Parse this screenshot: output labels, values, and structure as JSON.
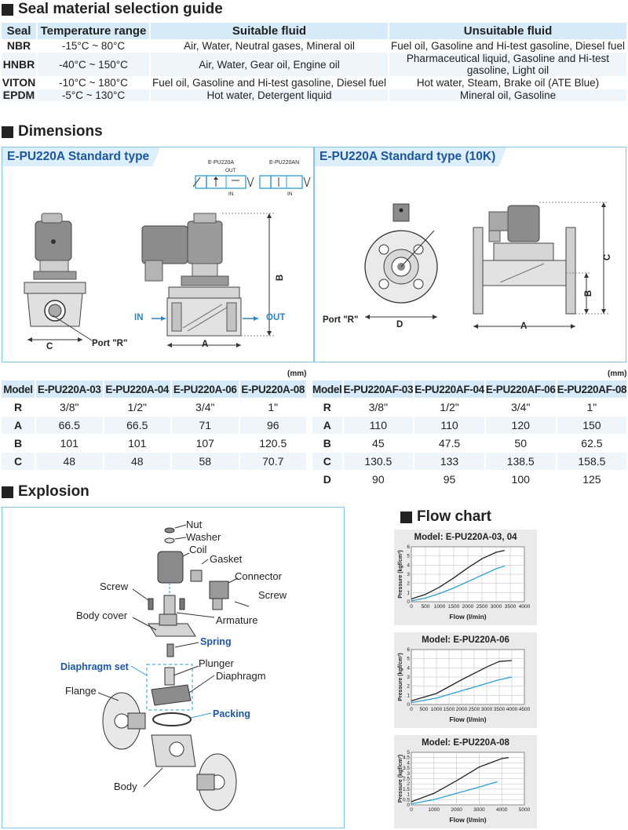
{
  "sections": {
    "seal": "Seal material selection guide",
    "dimensions": "Dimensions",
    "explosion": "Explosion",
    "flow": "Flow chart"
  },
  "seal_table": {
    "headers": [
      "Seal",
      "Temperature range",
      "Suitable fluid",
      "Unsuitable fluid"
    ],
    "rows": [
      {
        "seal": "NBR",
        "temp": "-15°C ~ 80°C",
        "suitable": "Air, Water, Neutral gases, Mineral oil",
        "unsuitable": "Fuel oil, Gasoline and Hi-test gasoline, Diesel fuel"
      },
      {
        "seal": "HNBR",
        "temp": "-40°C ~ 150°C",
        "suitable": "Air, Water, Gear oil, Engine oil",
        "unsuitable": "Pharmaceutical liquid, Gasoline and Hi-test gasoline, Light oil"
      },
      {
        "seal": "VITON",
        "temp": "-10°C ~ 180°C",
        "suitable": "Fuel oil, Gasoline and Hi-test gasoline, Diesel fuel",
        "unsuitable": "Hot water, Steam, Brake oil (ATE Blue)"
      },
      {
        "seal": "EPDM",
        "temp": "-5°C ~ 130°C",
        "suitable": "Hot water, Detergent liquid",
        "unsuitable": "Mineral oil, Gasoline"
      }
    ]
  },
  "panels": {
    "left": {
      "title": "E-PU220A Standard type",
      "sym1": "E-PU220A",
      "sym2": "E-PU220AN",
      "out": "OUT",
      "in": "IN",
      "in_arrow": "IN",
      "out_arrow": "OUT",
      "port": "Port \"R\"",
      "A": "A",
      "B": "B",
      "C": "C"
    },
    "right": {
      "title": "E-PU220A Standard type (10K)",
      "port": "Port \"R\"",
      "A": "A",
      "B": "B",
      "C": "C",
      "D": "D"
    }
  },
  "unit": "(mm)",
  "dim_table_left": {
    "headers": [
      "Model",
      "E-PU220A-03",
      "E-PU220A-04",
      "E-PU220A-06",
      "E-PU220A-08"
    ],
    "rows": [
      [
        "R",
        "3/8\"",
        "1/2\"",
        "3/4\"",
        "1\""
      ],
      [
        "A",
        "66.5",
        "66.5",
        "71",
        "96"
      ],
      [
        "B",
        "101",
        "101",
        "107",
        "120.5"
      ],
      [
        "C",
        "48",
        "48",
        "58",
        "70.7"
      ]
    ]
  },
  "dim_table_right": {
    "headers": [
      "Model",
      "E-PU220AF-03",
      "E-PU220AF-04",
      "E-PU220AF-06",
      "E-PU220AF-08"
    ],
    "rows": [
      [
        "R",
        "3/8\"",
        "1/2\"",
        "3/4\"",
        "1\""
      ],
      [
        "A",
        "110",
        "110",
        "120",
        "150"
      ],
      [
        "B",
        "45",
        "47.5",
        "50",
        "62.5"
      ],
      [
        "C",
        "130.5",
        "133",
        "138.5",
        "158.5"
      ],
      [
        "D",
        "90",
        "95",
        "100",
        "125"
      ]
    ]
  },
  "explosion_parts": {
    "nut": "Nut",
    "washer": "Washer",
    "coil": "Coil",
    "gasket": "Gasket",
    "connector": "Connector",
    "screw_left": "Screw",
    "screw_right": "Screw",
    "body_cover": "Body cover",
    "armature": "Armature",
    "spring": "Spring",
    "diaphragm_set": "Diaphragm set",
    "plunger": "Plunger",
    "diaphragm": "Diaphragm",
    "flange": "Flange",
    "packing": "Packing",
    "body": "Body"
  },
  "chart_data": [
    {
      "type": "line",
      "title": "Model: E-PU220A-03, 04",
      "xlabel": "Flow (l/min)",
      "ylabel": "Pressure (kgf/cm²)",
      "xlim": [
        0,
        4000
      ],
      "ylim": [
        0,
        6
      ],
      "xticks": [
        "0",
        "500",
        "1000",
        "1500",
        "2000",
        "2500",
        "3000",
        "3500",
        "4000"
      ],
      "yticks": [
        "0",
        "1",
        "2",
        "3",
        "4",
        "5",
        "6"
      ],
      "grid": true,
      "series": [
        {
          "color": "#222222",
          "x": [
            0,
            500,
            1000,
            1500,
            2000,
            2500,
            3000,
            3300
          ],
          "y": [
            0.3,
            0.8,
            1.6,
            2.6,
            3.7,
            4.7,
            5.4,
            5.6
          ]
        },
        {
          "color": "#2a9fd6",
          "x": [
            0,
            500,
            1000,
            1500,
            2000,
            2500,
            3000,
            3300
          ],
          "y": [
            0.1,
            0.4,
            0.9,
            1.5,
            2.2,
            2.9,
            3.6,
            3.9
          ]
        }
      ]
    },
    {
      "type": "line",
      "title": "Model: E-PU220A-06",
      "xlabel": "Flow (l/min)",
      "ylabel": "Pressure (kgf/cm²)",
      "xlim": [
        0,
        4500
      ],
      "ylim": [
        0,
        6
      ],
      "xticks": [
        "0",
        "500",
        "1000",
        "1500",
        "2000",
        "2500",
        "3000",
        "3500",
        "4000",
        "4500"
      ],
      "yticks": [
        "0",
        "1",
        "2",
        "3",
        "4",
        "5",
        "6"
      ],
      "grid": true,
      "series": [
        {
          "color": "#222222",
          "x": [
            0,
            1000,
            2000,
            3000,
            3500,
            4000
          ],
          "y": [
            0.4,
            1.2,
            2.7,
            4.1,
            4.7,
            4.8
          ]
        },
        {
          "color": "#2a9fd6",
          "x": [
            0,
            1000,
            2000,
            3000,
            3500,
            4000
          ],
          "y": [
            0.2,
            0.7,
            1.5,
            2.3,
            2.7,
            3.0
          ]
        }
      ]
    },
    {
      "type": "line",
      "title": "Model: E-PU220A-08",
      "xlabel": "Flow (l/min)",
      "ylabel": "Pressure (kgf/cm²)",
      "xlim": [
        0,
        5000
      ],
      "ylim": [
        0,
        5
      ],
      "xticks": [
        "0",
        "1000",
        "2000",
        "3000",
        "4000",
        "5000"
      ],
      "yticks": [
        "0",
        "0.5",
        "1",
        "1.5",
        "2",
        "2.5",
        "3",
        "3.5",
        "4",
        "4.5",
        "5"
      ],
      "grid": true,
      "series": [
        {
          "color": "#222222",
          "x": [
            0,
            1000,
            2000,
            3000,
            4000,
            4300
          ],
          "y": [
            0.3,
            1.1,
            2.3,
            3.6,
            4.4,
            4.5
          ]
        },
        {
          "color": "#2a9fd6",
          "x": [
            0,
            1000,
            2000,
            3000,
            3800
          ],
          "y": [
            0.1,
            0.5,
            1.1,
            1.7,
            2.2
          ]
        }
      ]
    }
  ]
}
